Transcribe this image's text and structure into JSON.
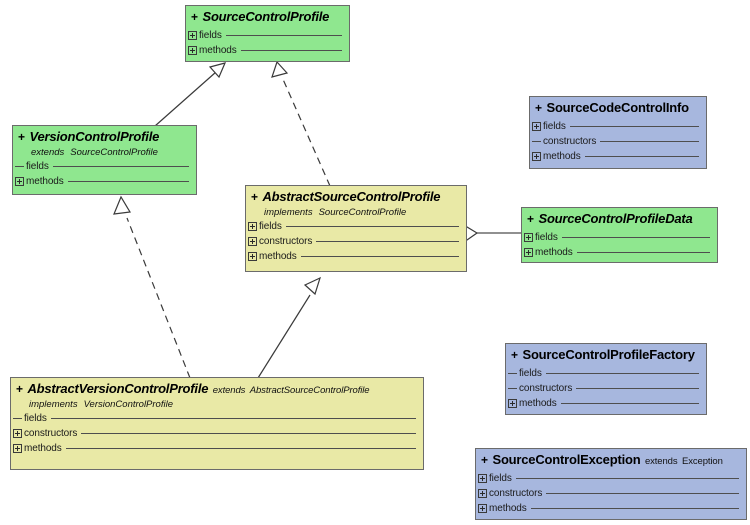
{
  "diagram": {
    "kind": "uml-class-diagram",
    "background": "#ffffff",
    "palette": {
      "interface_fill": "#8fe78f",
      "abstract_fill": "#e9e9a6",
      "class_fill": "#a7b7de",
      "border": "#6b6b6b",
      "line": "#4e4e4e"
    },
    "section_labels": {
      "fields": "fields",
      "constructors": "constructors",
      "methods": "methods"
    },
    "keywords": {
      "extends": "extends",
      "implements": "implements"
    },
    "visibility": "+"
  },
  "classes": [
    {
      "id": "source-control-profile",
      "name": "SourceControlProfile",
      "visibility": "+",
      "style": "abstract",
      "color": "green",
      "relations": [],
      "inline_relation": null,
      "sections": [
        {
          "label": "fields",
          "state": "expandable"
        },
        {
          "label": "methods",
          "state": "expandable"
        }
      ]
    },
    {
      "id": "version-control-profile",
      "name": "VersionControlProfile",
      "visibility": "+",
      "style": "abstract",
      "color": "green",
      "inline_relation": null,
      "relations": [
        {
          "keyword": "extends",
          "target": "SourceControlProfile"
        }
      ],
      "sections": [
        {
          "label": "fields",
          "state": "leaf"
        },
        {
          "label": "methods",
          "state": "expandable"
        }
      ]
    },
    {
      "id": "abstract-source-control-profile",
      "name": "AbstractSourceControlProfile",
      "visibility": "+",
      "style": "abstract",
      "color": "yellow",
      "inline_relation": null,
      "relations": [
        {
          "keyword": "implements",
          "target": "SourceControlProfile"
        }
      ],
      "sections": [
        {
          "label": "fields",
          "state": "expandable"
        },
        {
          "label": "constructors",
          "state": "expandable"
        },
        {
          "label": "methods",
          "state": "expandable"
        }
      ]
    },
    {
      "id": "abstract-version-control-profile",
      "name": "AbstractVersionControlProfile",
      "visibility": "+",
      "style": "abstract",
      "color": "yellow",
      "inline_relation": {
        "keyword": "extends",
        "target": "AbstractSourceControlProfile"
      },
      "relations": [
        {
          "keyword": "implements",
          "target": "VersionControlProfile"
        }
      ],
      "sections": [
        {
          "label": "fields",
          "state": "leaf"
        },
        {
          "label": "constructors",
          "state": "expandable"
        },
        {
          "label": "methods",
          "state": "expandable"
        }
      ]
    },
    {
      "id": "source-code-control-info",
      "name": "SourceCodeControlInfo",
      "visibility": "+",
      "style": "concrete",
      "color": "blue",
      "inline_relation": null,
      "relations": [],
      "sections": [
        {
          "label": "fields",
          "state": "expandable"
        },
        {
          "label": "constructors",
          "state": "leaf"
        },
        {
          "label": "methods",
          "state": "expandable"
        }
      ]
    },
    {
      "id": "source-control-profile-data",
      "name": "SourceControlProfileData",
      "visibility": "+",
      "style": "abstract",
      "color": "green",
      "inline_relation": null,
      "relations": [],
      "sections": [
        {
          "label": "fields",
          "state": "expandable"
        },
        {
          "label": "methods",
          "state": "expandable"
        }
      ]
    },
    {
      "id": "source-control-profile-factory",
      "name": "SourceControlProfileFactory",
      "visibility": "+",
      "style": "concrete",
      "color": "blue",
      "inline_relation": null,
      "relations": [],
      "sections": [
        {
          "label": "fields",
          "state": "leaf"
        },
        {
          "label": "constructors",
          "state": "leaf"
        },
        {
          "label": "methods",
          "state": "expandable"
        }
      ]
    },
    {
      "id": "source-control-exception",
      "name": "SourceControlException",
      "visibility": "+",
      "style": "concrete",
      "color": "blue",
      "inline_relation": {
        "keyword": "extends",
        "target": "Exception",
        "plain": true
      },
      "relations": [],
      "sections": [
        {
          "label": "fields",
          "state": "expandable"
        },
        {
          "label": "constructors",
          "state": "expandable"
        },
        {
          "label": "methods",
          "state": "expandable"
        }
      ]
    }
  ],
  "connectors": [
    {
      "id": "c1",
      "from": "VersionControlProfile",
      "to": "SourceControlProfile",
      "type": "generalization",
      "line": "solid",
      "head": "hollow-triangle"
    },
    {
      "id": "c2",
      "from": "AbstractSourceControlProfile",
      "to": "SourceControlProfile",
      "type": "realization",
      "line": "dashed",
      "head": "hollow-triangle"
    },
    {
      "id": "c3",
      "from": "AbstractVersionControlProfile",
      "to": "VersionControlProfile",
      "type": "realization",
      "line": "dashed",
      "head": "hollow-triangle"
    },
    {
      "id": "c4",
      "from": "AbstractVersionControlProfile",
      "to": "AbstractSourceControlProfile",
      "type": "generalization",
      "line": "solid",
      "head": "hollow-triangle"
    },
    {
      "id": "c5",
      "from": "AbstractSourceControlProfile",
      "to": "SourceControlProfileData",
      "type": "aggregation",
      "line": "solid",
      "head": "hollow-diamond"
    }
  ]
}
